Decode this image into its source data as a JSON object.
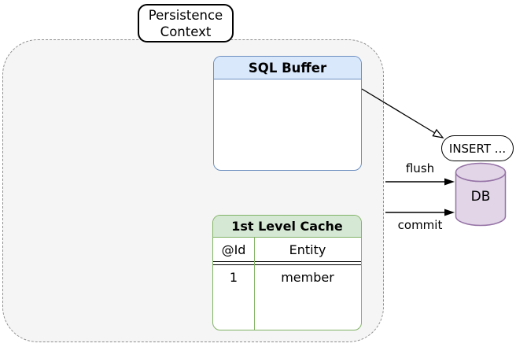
{
  "diagram": {
    "persistence_context": {
      "label": "Persistence Context"
    },
    "sql_buffer": {
      "title": "SQL Buffer"
    },
    "first_level_cache": {
      "title": "1st Level Cache",
      "columns": [
        "@Id",
        "Entity"
      ],
      "rows": [
        {
          "id": "1",
          "entity": "member"
        }
      ]
    },
    "db": {
      "label": "DB"
    },
    "insert_bubble": {
      "label": "INSERT ..."
    },
    "edges": {
      "flush_label": "flush",
      "commit_label": "commit"
    },
    "colors": {
      "boundary_fill": "#f5f5f5",
      "boundary_border": "#8f8f8f",
      "sql_buffer_header": "#dae8fc",
      "sql_buffer_border": "#6c8ebf",
      "cache_header": "#d5e8d4",
      "cache_border": "#82b366",
      "db_fill": "#e1d5e7",
      "db_border": "#9673a6"
    }
  }
}
